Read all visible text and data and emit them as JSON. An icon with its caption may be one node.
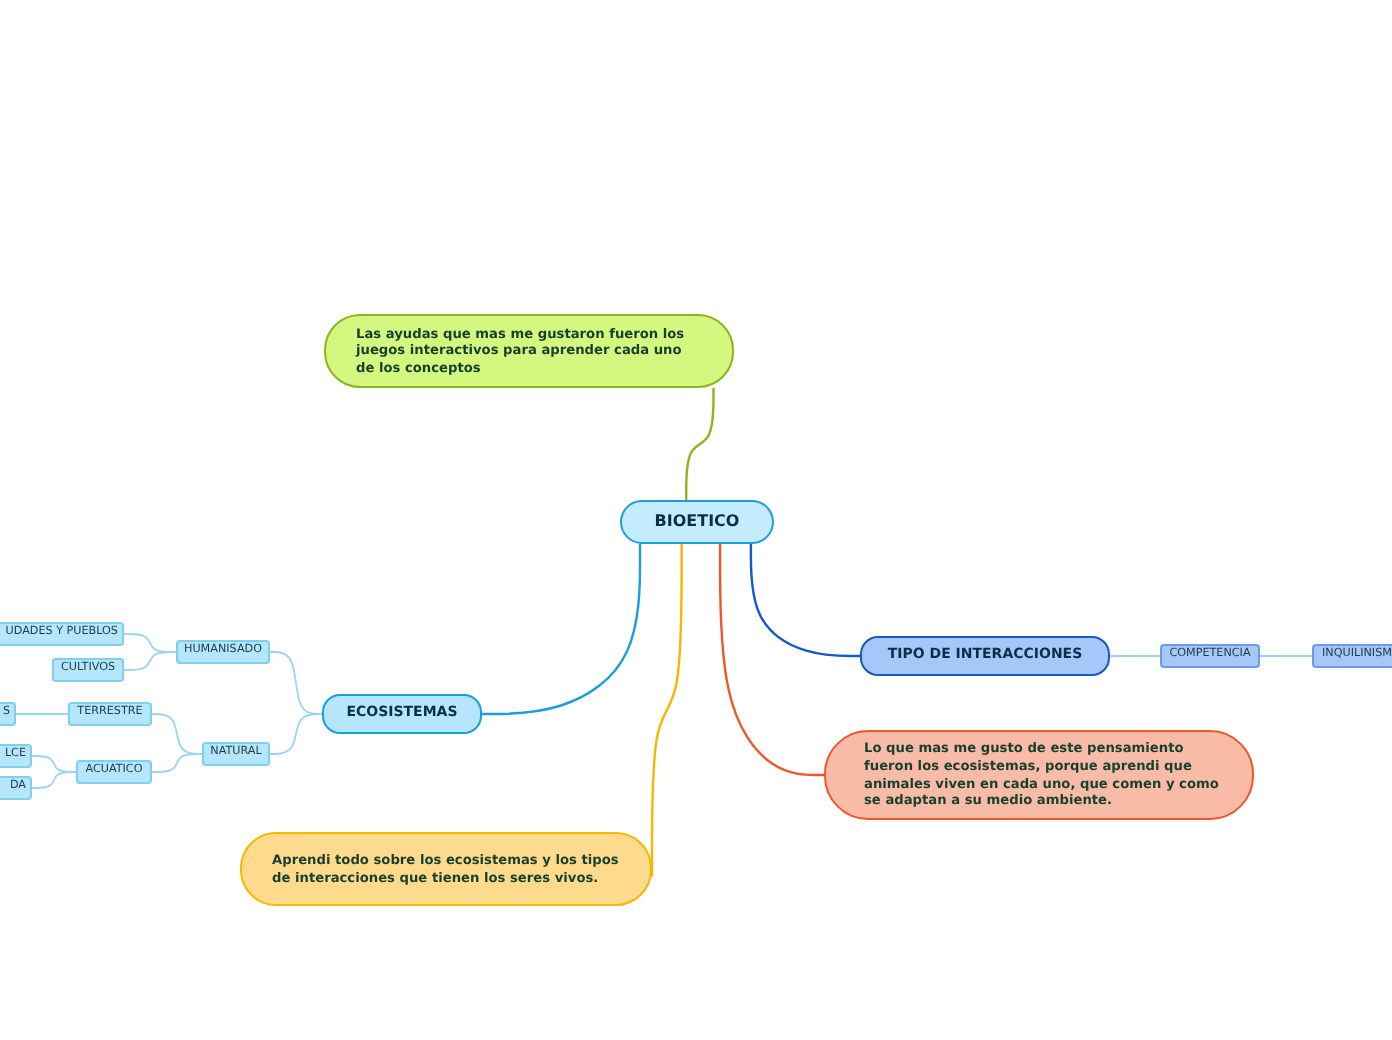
{
  "diagram": {
    "nodes": [
      {
        "text": [
          "BIOETICO"
        ]
      },
      {
        "text": [
          "Las ayudas que mas me gustaron fueron los juegos interactivos para aprender cada uno de los conceptos"
        ]
      },
      {
        "text": [
          "ECOSISTEMAS"
        ]
      },
      {
        "text": [
          "HUMANISADO"
        ]
      },
      {
        "text": [
          "UDADES Y PUEBLOS"
        ]
      },
      {
        "text": [
          "CULTIVOS"
        ]
      },
      {
        "text": [
          "NATURAL"
        ]
      },
      {
        "text": [
          "TERRESTRE"
        ]
      },
      {
        "text": [
          "S"
        ]
      },
      {
        "text": [
          "ACUATICO"
        ]
      },
      {
        "text": [
          "LCE"
        ]
      },
      {
        "text": [
          "DA"
        ]
      },
      {
        "text": [
          "Aprendi todo sobre los ecosistemas y los tipos de interacciones que tienen los seres vivos."
        ]
      },
      {
        "text": [
          "TIPO DE INTERACCIONES"
        ]
      },
      {
        "text": [
          "COMPETENCIA"
        ]
      },
      {
        "text": [
          "INQUILINISM"
        ]
      },
      {
        "text": [
          "Lo que mas me gusto de este pensamiento fueron los ecosistemas, porque aprendi que animales viven en cada uno, que comen y como se adaptan a su medio ambiente."
        ]
      }
    ],
    "edges": [
      {
        "from": 0,
        "to": 1,
        "arrow": "none",
        "color": "#8fb31e"
      },
      {
        "from": 0,
        "to": 2,
        "arrow": "none",
        "color": "#1a9ee0"
      },
      {
        "from": 0,
        "to": 12,
        "arrow": "none",
        "color": "#f5b700"
      },
      {
        "from": 0,
        "to": 13,
        "arrow": "none",
        "color": "#1558c9"
      },
      {
        "from": 0,
        "to": 16,
        "arrow": "none",
        "color": "#f0562a"
      },
      {
        "from": 2,
        "to": 3,
        "arrow": "none"
      },
      {
        "from": 3,
        "to": 4,
        "arrow": "none"
      },
      {
        "from": 3,
        "to": 5,
        "arrow": "none"
      },
      {
        "from": 2,
        "to": 6,
        "arrow": "none"
      },
      {
        "from": 6,
        "to": 7,
        "arrow": "none"
      },
      {
        "from": 7,
        "to": 8,
        "arrow": "none"
      },
      {
        "from": 6,
        "to": 9,
        "arrow": "none"
      },
      {
        "from": 9,
        "to": 10,
        "arrow": "none"
      },
      {
        "from": 9,
        "to": 11,
        "arrow": "none"
      },
      {
        "from": 13,
        "to": 14,
        "arrow": "none",
        "color": "#a9c8f2"
      },
      {
        "from": 14,
        "to": 15,
        "arrow": "none",
        "color": "#a9c8f2"
      }
    ]
  }
}
